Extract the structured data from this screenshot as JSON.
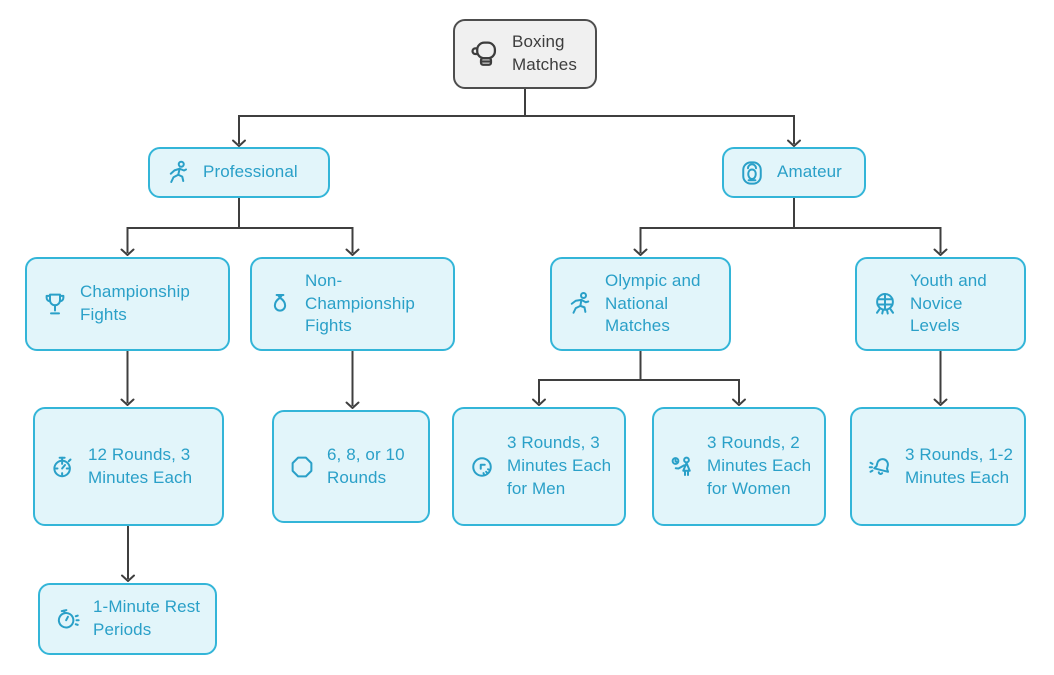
{
  "diagram": {
    "type": "flowchart",
    "topic": "Boxing Matches",
    "colors": {
      "node_fill": "#e2f5fa",
      "node_border": "#33b5d8",
      "node_text": "#2aa0c8",
      "root_fill": "#f0f0f0",
      "root_border": "#4d4d4d",
      "root_text": "#3d3d3d",
      "connector": "#3f3f3f"
    },
    "nodes": [
      {
        "id": "boxing-matches",
        "label": "Boxing Matches",
        "icon": "boxing-glove-icon"
      },
      {
        "id": "professional",
        "label": "Professional",
        "icon": "boxer-icon"
      },
      {
        "id": "amateur",
        "label": "Amateur",
        "icon": "headgear-icon"
      },
      {
        "id": "championship-fights",
        "label": "Championship Fights",
        "icon": "trophy-icon"
      },
      {
        "id": "non-championship-fights",
        "label": "Non-Championship Fights",
        "icon": "punching-bag-icon"
      },
      {
        "id": "olympic-national",
        "label": "Olympic and National Matches",
        "icon": "sparring-icon"
      },
      {
        "id": "youth-novice",
        "label": "Youth and Novice Levels",
        "icon": "mask-icon"
      },
      {
        "id": "championship-rounds",
        "label": "12 Rounds, 3 Minutes Each",
        "icon": "stopwatch-icon"
      },
      {
        "id": "non-championship-rounds",
        "label": "6, 8, or 10 Rounds",
        "icon": "octagon-icon"
      },
      {
        "id": "men-rounds",
        "label": "3 Rounds, 3 Minutes Each for Men",
        "icon": "clock-icon"
      },
      {
        "id": "women-rounds",
        "label": "3 Rounds, 2 Minutes Each for Women",
        "icon": "woman-clock-icon"
      },
      {
        "id": "youth-rounds",
        "label": "3 Rounds, 1-2 Minutes Each",
        "icon": "bell-ring-icon"
      },
      {
        "id": "rest-periods",
        "label": "1-Minute Rest Periods",
        "icon": "rest-timer-icon"
      }
    ],
    "edges": [
      {
        "from": "boxing-matches",
        "to": "professional"
      },
      {
        "from": "boxing-matches",
        "to": "amateur"
      },
      {
        "from": "professional",
        "to": "championship-fights"
      },
      {
        "from": "professional",
        "to": "non-championship-fights"
      },
      {
        "from": "amateur",
        "to": "olympic-national"
      },
      {
        "from": "amateur",
        "to": "youth-novice"
      },
      {
        "from": "championship-fights",
        "to": "championship-rounds"
      },
      {
        "from": "non-championship-fights",
        "to": "non-championship-rounds"
      },
      {
        "from": "olympic-national",
        "to": "men-rounds"
      },
      {
        "from": "olympic-national",
        "to": "women-rounds"
      },
      {
        "from": "youth-novice",
        "to": "youth-rounds"
      },
      {
        "from": "championship-rounds",
        "to": "rest-periods"
      }
    ]
  }
}
